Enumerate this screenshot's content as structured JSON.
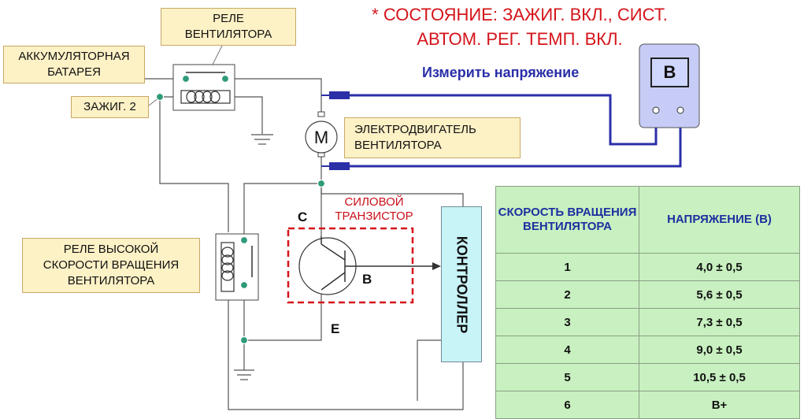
{
  "status": {
    "line1": "* СОСТОЯНИЕ: ЗАЖИГ. ВКЛ., СИСТ.",
    "line2": "АВТОМ. РЕГ. ТЕМП. ВКЛ."
  },
  "labels": {
    "fan_relay": [
      "РЕЛЕ",
      "ВЕНТИЛЯТОРА"
    ],
    "battery": [
      "АККУМУЛЯТОРНАЯ",
      "БАТАРЕЯ"
    ],
    "ignition": "ЗАЖИГ. 2",
    "fan_motor": [
      "ЭЛЕКТРОДВИГАТЕЛЬ",
      "ВЕНТИЛЯТОРА"
    ],
    "high_speed_relay": [
      "РЕЛЕ ВЫСОКОЙ",
      "СКОРОСТИ ВРАЩЕНИЯ",
      "ВЕНТИЛЯТОРА"
    ],
    "power_transistor": [
      "СИЛОВОЙ",
      "ТРАНЗИСТОР"
    ],
    "motor_symbol": "M",
    "pin_c": "C",
    "pin_b": "B",
    "pin_e": "E",
    "controller": "КОНТРОЛЛЕР",
    "measure": "Измерить напряжение",
    "voltmeter": "В"
  },
  "table": {
    "headers": [
      "СКОРОСТЬ ВРАЩЕНИЯ ВЕНТИЛЯТОРА",
      "НАПРЯЖЕНИЕ (В)"
    ],
    "rows": [
      [
        "1",
        "4,0 ± 0,5"
      ],
      [
        "2",
        "5,6 ± 0,5"
      ],
      [
        "3",
        "7,3 ± 0,5"
      ],
      [
        "4",
        "9,0 ± 0,5"
      ],
      [
        "5",
        "10,5 ± 0,5"
      ],
      [
        "6",
        "В+"
      ]
    ]
  },
  "colors": {
    "status_text": "#d4141a",
    "probe_wire": "#2b2fa8",
    "label_fill": "#fdf1c6",
    "table_fill": "#c8f0c0",
    "controller_fill": "#c8f4f8",
    "node": "#2e9a7a"
  }
}
